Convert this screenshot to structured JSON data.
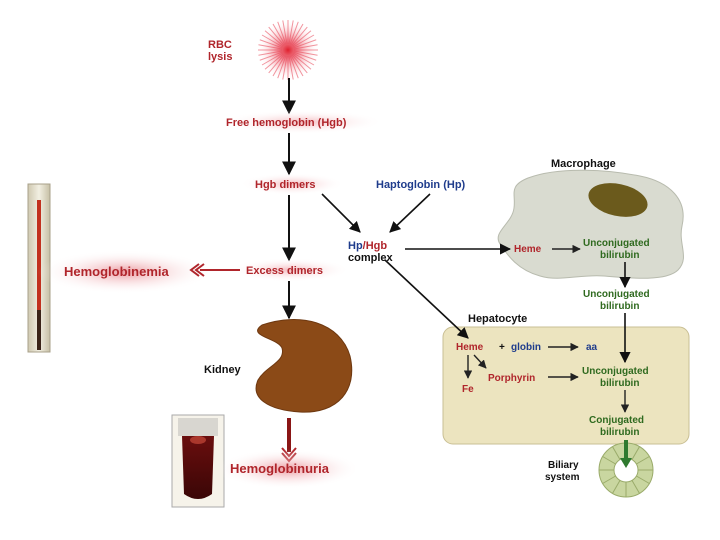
{
  "labels": {
    "rbc_lysis_line1": "RBC",
    "rbc_lysis_line2": "lysis",
    "free_hemoglobin": "Free hemoglobin (Hgb)",
    "hgb_dimers": "Hgb dimers",
    "haptoglobin": "Haptoglobin (Hp)",
    "hp_part": "Hp",
    "hgb_part": "/Hgb",
    "complex": "complex",
    "hemoglobinemia": "Hemoglobinemia",
    "excess_dimers": "Excess dimers",
    "kidney": "Kidney",
    "hemoglobinuria": "Hemoglobinuria",
    "macrophage": "Macrophage",
    "macrophage_heme": "Heme",
    "macrophage_unconj_line1": "Unconjugated",
    "macrophage_unconj_line2": "bilirubin",
    "transit_unconj_line1": "Unconjugated",
    "transit_unconj_line2": "bilirubin",
    "hepatocyte": "Hepatocyte",
    "hep_heme": "Heme",
    "hep_plus": "+",
    "hep_globin": "globin",
    "hep_aa": "aa",
    "hep_porphyrin": "Porphyrin",
    "hep_fe": "Fe",
    "hep_unconj_line1": "Unconjugated",
    "hep_unconj_line2": "bilirubin",
    "conj_line1": "Conjugated",
    "conj_line2": "bilirubin",
    "biliary_line1": "Biliary",
    "biliary_line2": "system"
  },
  "colors": {
    "red_label": "#b0252b",
    "blue_label": "#1f3c8c",
    "green_label": "#2f6a1f",
    "dark_text": "#111111",
    "kidney_fill": "#8b4a17",
    "macrophage_fill": "#d9dbd0",
    "nucleus_fill": "#6b5a1c",
    "hepatocyte_fill": "#ece4bf",
    "blood_red": "#8a1616",
    "biliary_ring": "#c9d6a0"
  },
  "icons": {
    "rbc": "starburst-icon",
    "kidney": "kidney-icon",
    "thermometer": "capillary-tube-photo",
    "urine_tube": "urine-tube-photo",
    "biliary": "bile-duct-ring-icon"
  }
}
